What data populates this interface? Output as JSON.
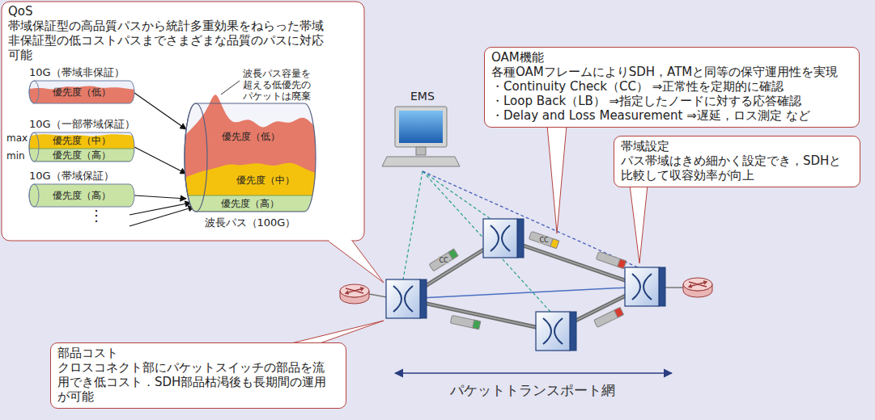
{
  "diagram": {
    "nodes": [
      {
        "text": [
          "QoS",
          "帯域保証型の高品質パスから統計多重効果をねらった帯域 非保証型の低コストパスまでさまざまな品質のパスに対応 可能"
        ]
      },
      {
        "text": [
          "10G（帯域非保証）",
          "優先度（低）"
        ],
        "in": 0
      },
      {
        "text": [
          "10G（一部帯域保証）",
          "優先度（中）",
          "優先度（高）"
        ],
        "in": 0
      },
      {
        "text": [
          "10G（帯域保証）",
          "優先度（高）"
        ],
        "in": 0
      },
      {
        "text": [
          "優先度（低）",
          "優先度（中）",
          "優先度（高）",
          "波長パス（100G）"
        ],
        "in": 0
      },
      {
        "text": [
          "OAM機能",
          "各種OAMフレームによりSDH，ATMと同等の保守運用性を実現",
          "・Continuity Check（CC） ⇒正常性を定期的に確認",
          "・Loop Back（LB） ⇒指定したノードに対する応答確認",
          "・Delay and Loss Measurement ⇒遅延，ロス測定 など"
        ]
      },
      {
        "text": [
          "帯域設定",
          "パス帯域はきめ細かく設定でき，SDHと 比較して収容効率が向上"
        ]
      },
      {
        "text": [
          "部品コスト",
          "クロスコネクト部にパケットスイッチの部品を流 用でき低コスト．SDH部品枯渇後も長期間の運用 が可能"
        ]
      }
    ],
    "edges": [
      {
        "from": 1,
        "to": 4,
        "arrow": "to"
      },
      {
        "from": 2,
        "to": 4,
        "arrow": "to"
      },
      {
        "from": 3,
        "to": 4,
        "arrow": "to"
      }
    ],
    "labels": [
      "max",
      "min",
      "⋮",
      "波長パス容量を 超える低優先の パケットは廃棄",
      "EMS",
      "CC",
      "CC",
      "パケットトランスポート網"
    ]
  }
}
